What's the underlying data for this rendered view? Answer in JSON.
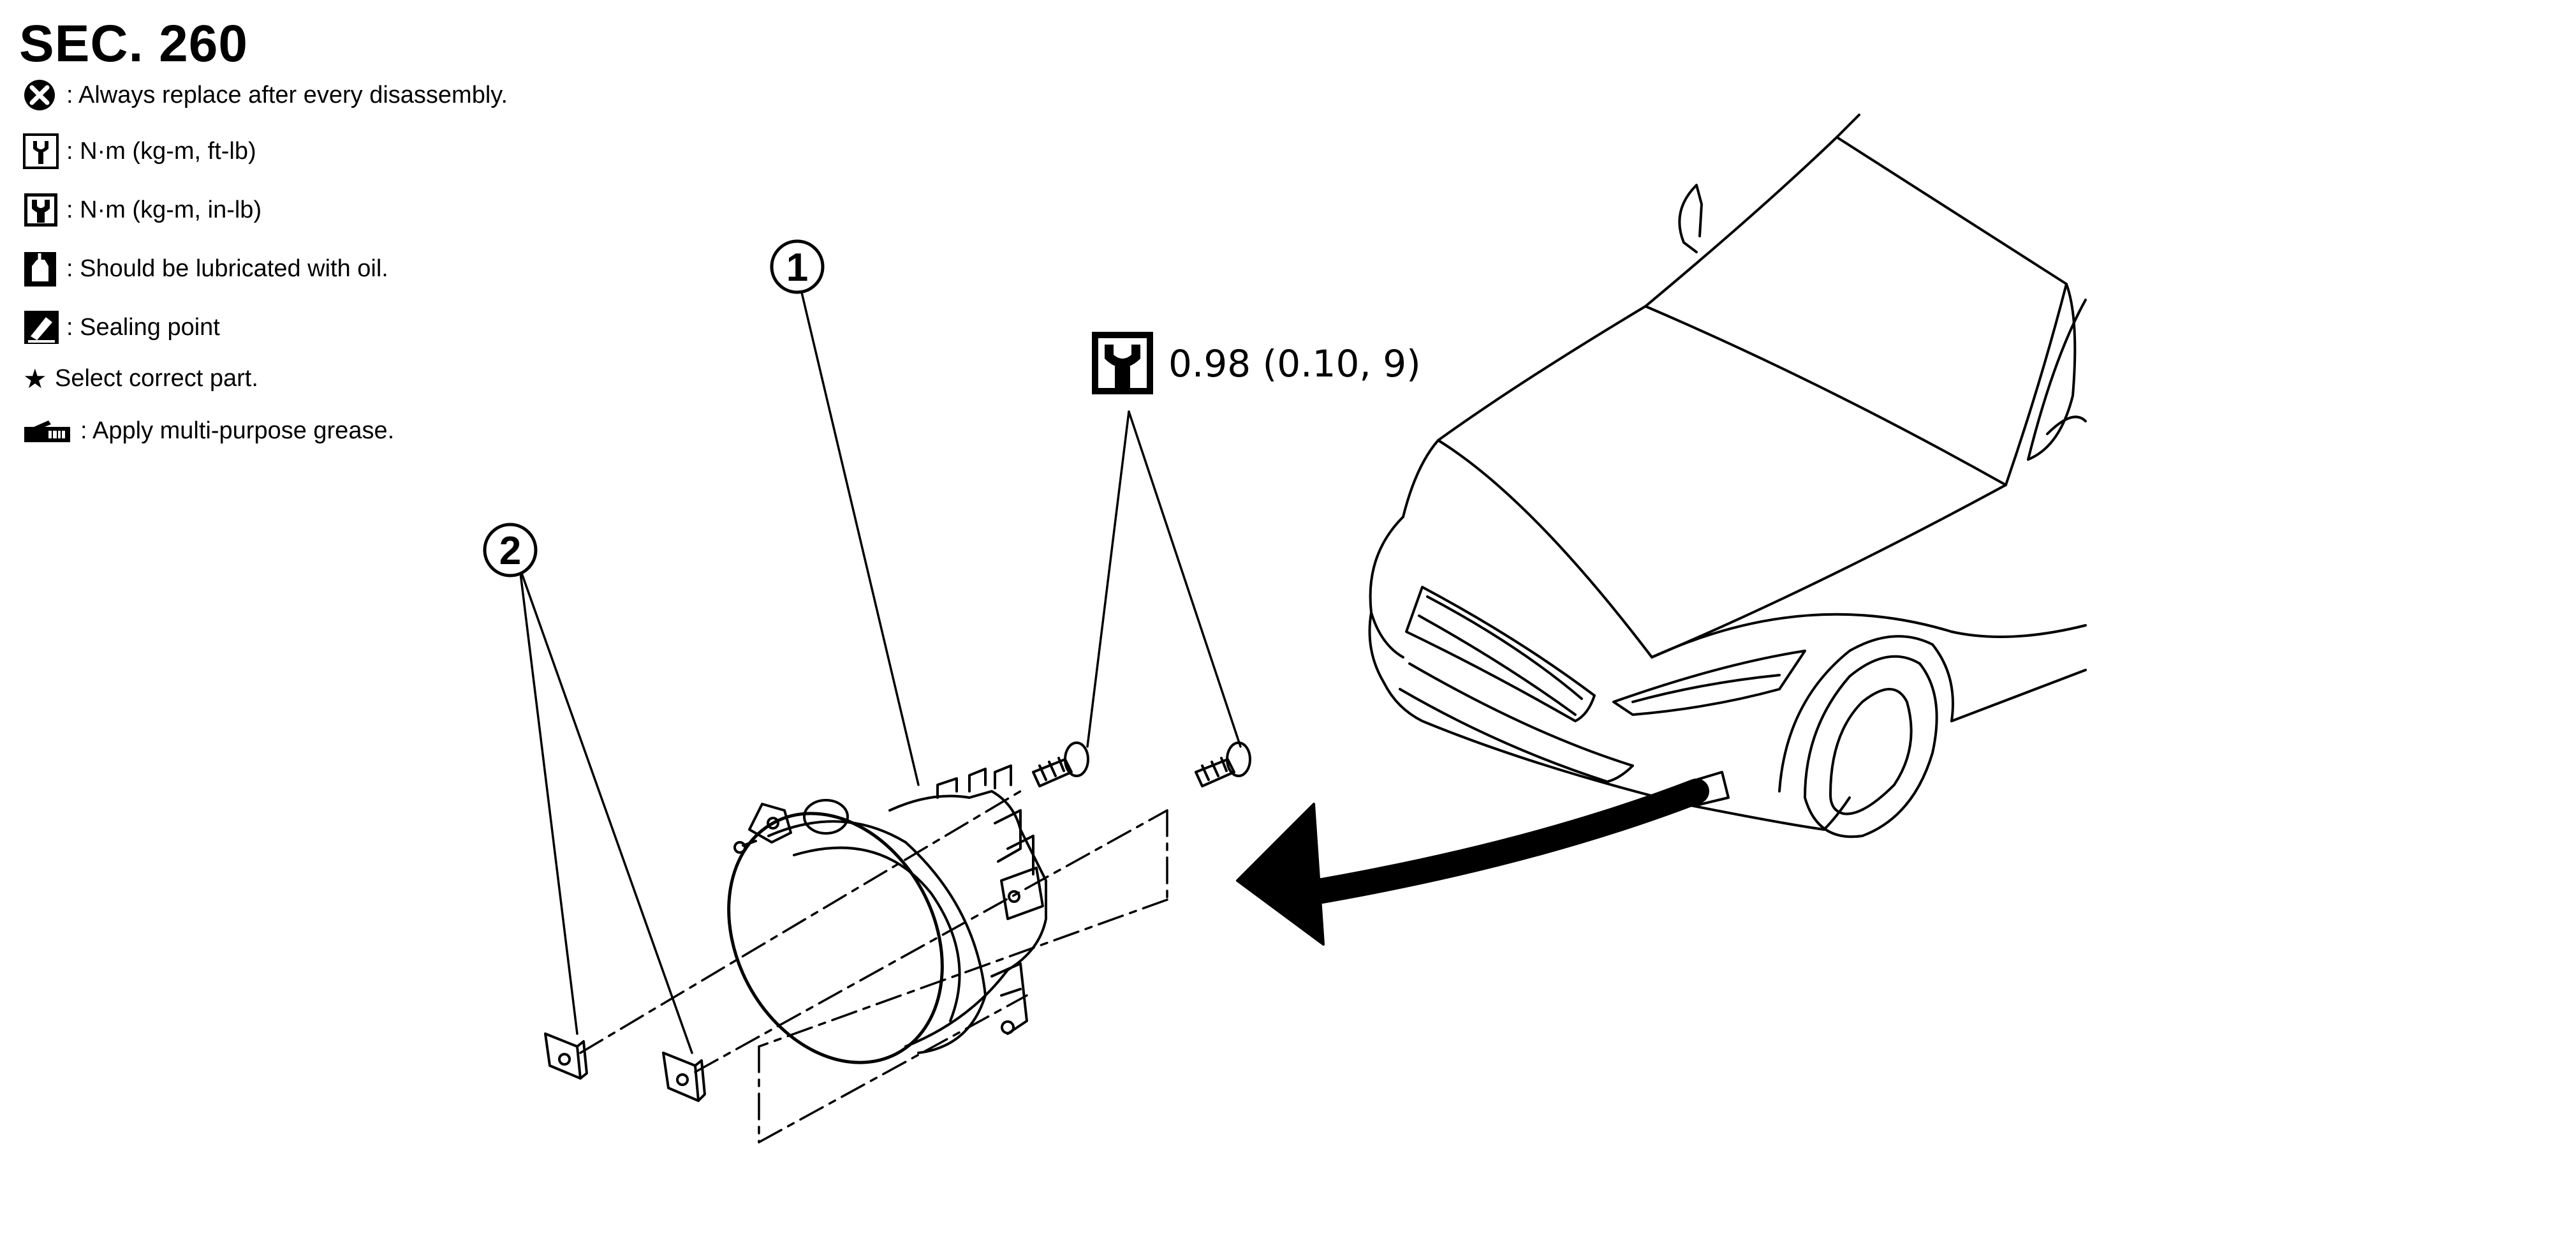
{
  "header": {
    "section": "SEC. 260"
  },
  "legend": {
    "items": [
      {
        "icon": "replace-part-icon",
        "text": ": Always replace after every disassembly."
      },
      {
        "icon": "torque-wrench-icon",
        "text": ": N·m (kg-m, ft-lb)"
      },
      {
        "icon": "torque-wrench-filled-icon",
        "text": ": N·m (kg-m, in-lb)"
      },
      {
        "icon": "oil-can-icon",
        "text": ": Should be lubricated with oil."
      },
      {
        "icon": "sealing-icon",
        "text": ": Sealing point"
      },
      {
        "icon": "star-icon",
        "text": "Select correct part."
      },
      {
        "icon": "grease-icon",
        "text": ": Apply multi-purpose grease."
      }
    ]
  },
  "diagram": {
    "callouts": [
      {
        "number": "1",
        "part": "fog lamp assembly"
      },
      {
        "number": "2",
        "part": "clips"
      }
    ],
    "torque": {
      "icon": "torque-wrench-filled-icon",
      "value": "0.98 (0.10, 9)"
    },
    "colors": {
      "line": "#000000",
      "background": "#ffffff"
    }
  }
}
